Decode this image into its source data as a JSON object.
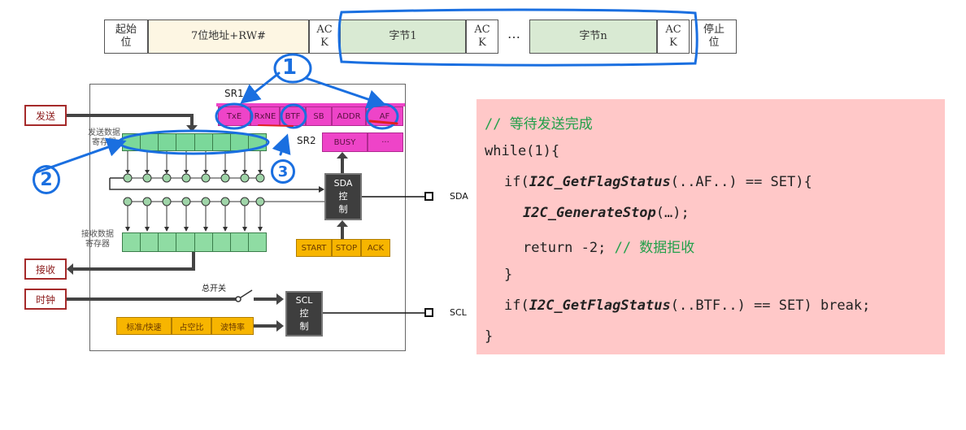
{
  "frame": {
    "cells": [
      {
        "text": "起始\n位",
        "bg": "#ffffff"
      },
      {
        "text": "7位地址+RW#",
        "bg": "#fdf6e3"
      },
      {
        "text": "AC\nK",
        "bg": "#ffffff"
      },
      {
        "text": "字节1",
        "bg": "#d9ead3"
      },
      {
        "text": "AC\nK",
        "bg": "#ffffff"
      },
      {
        "text": "…",
        "bg": "none"
      },
      {
        "text": "字节n",
        "bg": "#d9ead3"
      },
      {
        "text": "AC\nK",
        "bg": "#ffffff"
      },
      {
        "text": "停止\n位",
        "bg": "#ffffff"
      }
    ]
  },
  "diagram": {
    "sr1_label": "SR1",
    "sr2_label": "SR2",
    "sr1_flags": [
      "TxE",
      "RxNE",
      "BTF",
      "SB",
      "ADDR",
      "AF"
    ],
    "sr2_flags": [
      "BUSY",
      "···"
    ],
    "send_label": "发送",
    "recv_label": "接收",
    "clock_label": "时钟",
    "tx_reg_label": "发送数据\n寄存器",
    "rx_reg_label": "接收数据\n寄存器",
    "sda_ctrl": "SDA\n控\n制",
    "scl_ctrl": "SCL\n控\n制",
    "sda_pin": "SDA",
    "scl_pin": "SCL",
    "start_stop_ack": [
      "START",
      "STOP",
      "ACK"
    ],
    "scl_options": [
      "标准/快速",
      "占空比",
      "波特率"
    ],
    "master_switch": "总开关",
    "annotations": [
      "1",
      "2",
      "3"
    ]
  },
  "code": {
    "comment1": "// 等待发送完成",
    "line_while": "while(1){",
    "if1_pre": "if(",
    "if1_fn": "I2C_GetFlagStatus",
    "if1_post": "(..AF..) == SET){",
    "stop_fn": "I2C_GenerateStop",
    "stop_post": "(…);",
    "return_pre": "return -2; ",
    "return_cmt": "// 数据拒收",
    "close_inner": "}",
    "if2_pre": "if(",
    "if2_fn": "I2C_GetFlagStatus",
    "if2_post": "(..BTF..) == SET) break;",
    "close_outer": "}"
  },
  "colors": {
    "code_bg": "#ffc8c8",
    "comment": "#22a04a",
    "flag_pink": "#ee44c8",
    "register_green": "#7bd89a",
    "annotation_blue": "#1a6fe0"
  }
}
